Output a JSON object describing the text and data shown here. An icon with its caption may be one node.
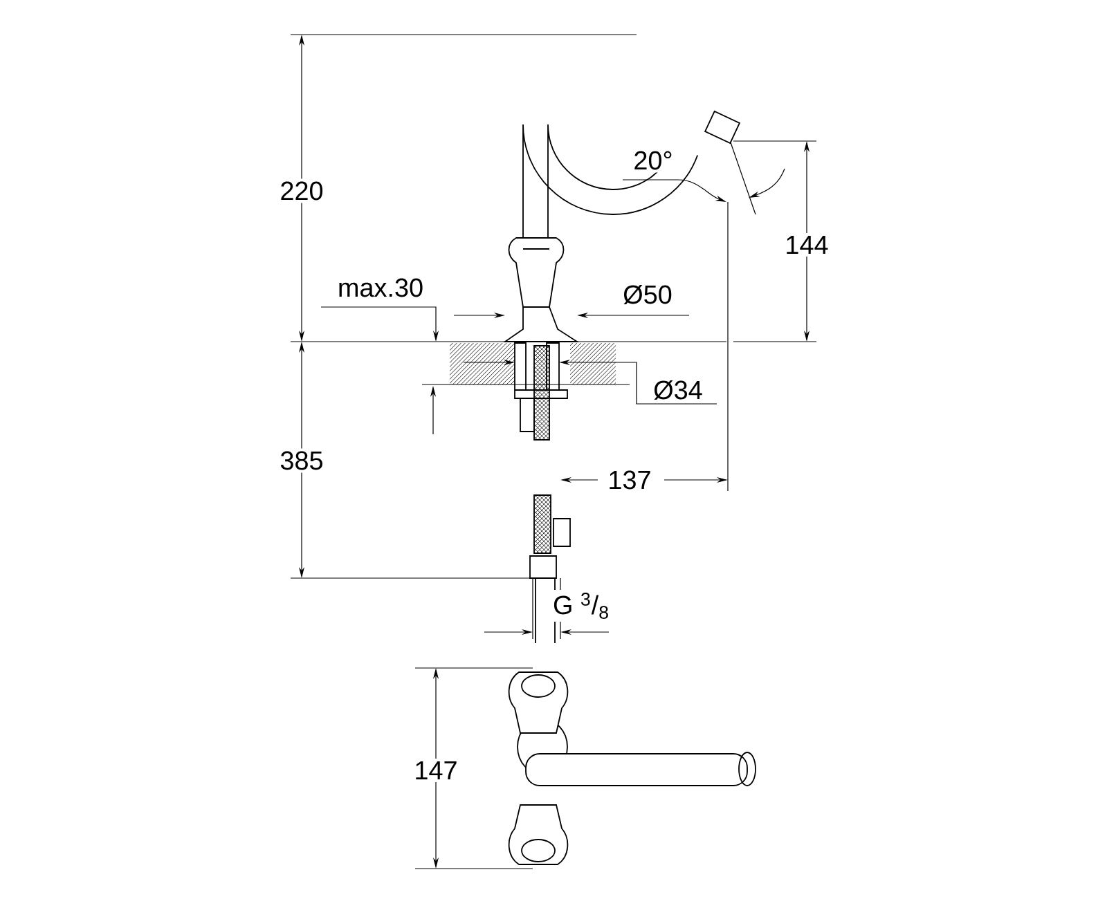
{
  "diagram": {
    "labels": [
      "220",
      "20°",
      "144",
      "max.30",
      "Ø50",
      "Ø34",
      "385",
      "137",
      "G $^{3}$/$_{8}$",
      "147"
    ]
  }
}
